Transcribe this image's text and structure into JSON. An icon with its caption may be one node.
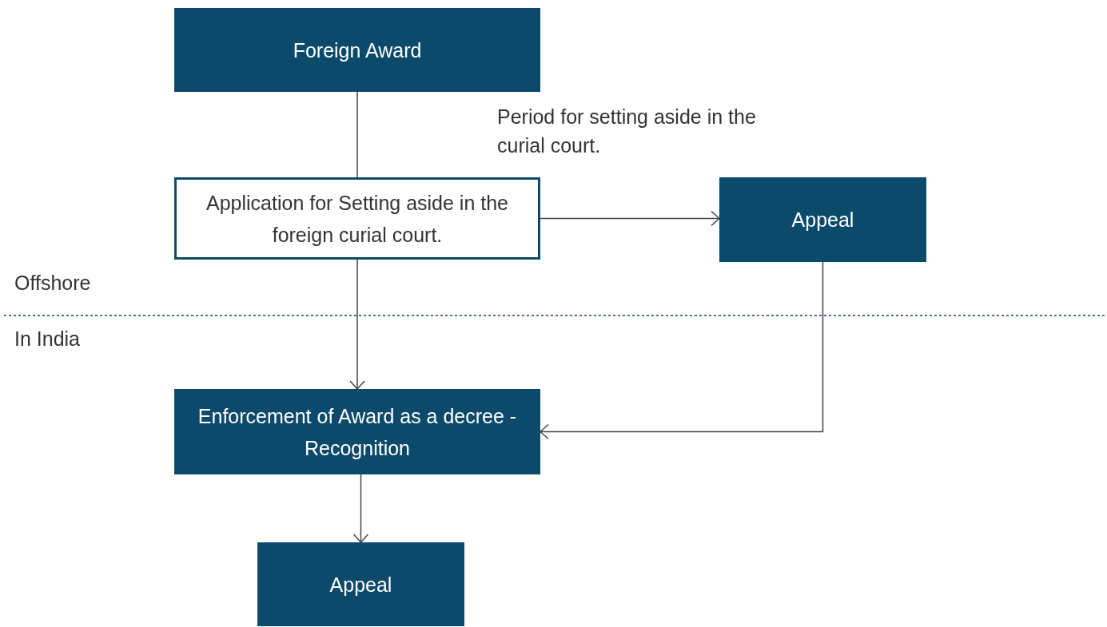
{
  "diagram": {
    "nodes": [
      {
        "text": [
          "Foreign Award"
        ]
      },
      {
        "text": [
          "Application for Setting aside in the foreign curial court."
        ]
      },
      {
        "text": [
          "Appeal"
        ]
      },
      {
        "text": [
          "Enforcement of Award as a decree - Recognition"
        ]
      },
      {
        "text": [
          "Appeal"
        ]
      }
    ],
    "edges": [
      {
        "from": 0,
        "to": 1,
        "arrow": "none"
      },
      {
        "from": 1,
        "to": 2,
        "arrow": "to"
      },
      {
        "from": 1,
        "to": 3,
        "arrow": "to"
      },
      {
        "from": 2,
        "to": 3,
        "arrow": "to"
      },
      {
        "from": 3,
        "to": 4,
        "arrow": "to"
      }
    ],
    "labels": [
      "Period for setting aside in the curial court.",
      "Offshore",
      "In India"
    ]
  }
}
